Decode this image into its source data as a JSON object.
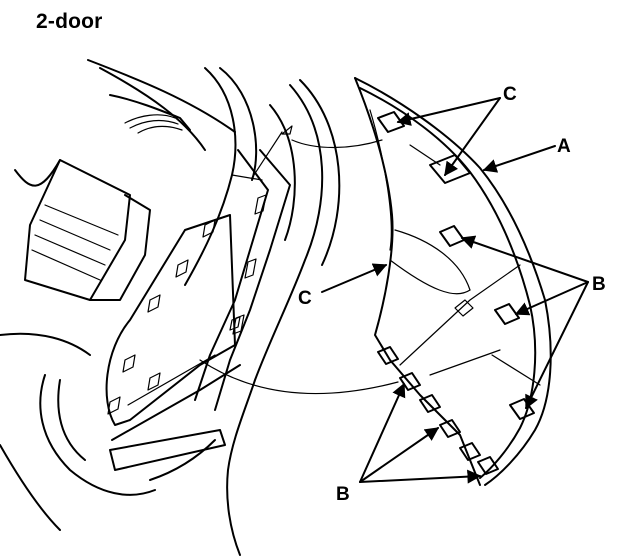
{
  "title": "2-door",
  "callouts": {
    "a": "A",
    "b_right": "B",
    "b_bottom": "B",
    "c_top": "C",
    "c_left": "C"
  }
}
